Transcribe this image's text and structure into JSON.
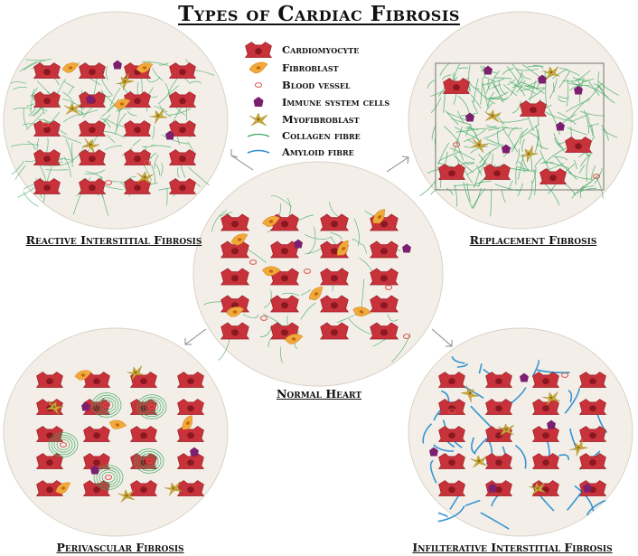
{
  "title": "Types of Cardiac Fibrosis",
  "legend": [
    {
      "label": "Cardiomyocyte",
      "icon": "cardiomyocyte-icon"
    },
    {
      "label": "Fibroblast",
      "icon": "fibroblast-icon"
    },
    {
      "label": "Blood vessel",
      "icon": "blood-vessel-icon"
    },
    {
      "label": "Immune system cells",
      "icon": "immune-cell-icon"
    },
    {
      "label": "Myofibroblast",
      "icon": "myofibroblast-icon"
    },
    {
      "label": "Collagen fibre",
      "icon": "collagen-fibre-icon"
    },
    {
      "label": "Amyloid fibre",
      "icon": "amyloid-fibre-icon"
    }
  ],
  "panels": {
    "reactive": "Reactive Interstitial Fibrosis",
    "replacement": "Replacement Fibrosis",
    "normal": "Normal Heart",
    "perivascular": "Perivascular Fibrosis",
    "infiltrative": "Infilterative Interstitial Fibrosis"
  },
  "colors": {
    "cardiomyocyte": "#c8323a",
    "nucleus": "#8a1820",
    "fibroblast": "#f2a93b",
    "blood_vessel": "#d9534f",
    "immune": "#7b1f6e",
    "myofibroblast": "#c9a93a",
    "collagen": "#3aa860",
    "amyloid": "#2a8fd0",
    "panel_bg": "#f3efe8",
    "panel_border": "#d9d2c6"
  }
}
